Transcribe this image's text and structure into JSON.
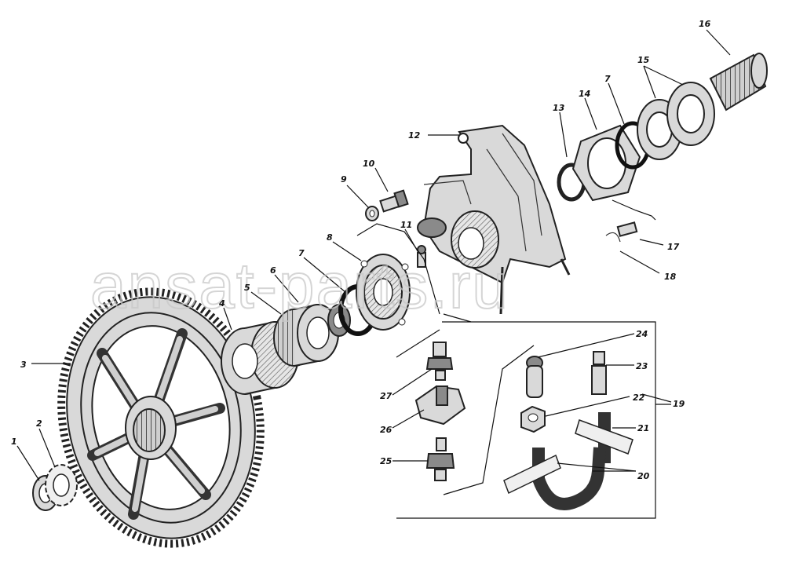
{
  "watermark": {
    "text": "ansat-parts.ru"
  },
  "callouts": [
    {
      "id": "c1",
      "text": "1"
    },
    {
      "id": "c2",
      "text": "2"
    },
    {
      "id": "c3",
      "text": "3"
    },
    {
      "id": "c4",
      "text": "4"
    },
    {
      "id": "c5",
      "text": "5"
    },
    {
      "id": "c6",
      "text": "6"
    },
    {
      "id": "c7a",
      "text": "7"
    },
    {
      "id": "c8",
      "text": "8"
    },
    {
      "id": "c9",
      "text": "9"
    },
    {
      "id": "c10",
      "text": "10"
    },
    {
      "id": "c11",
      "text": "11"
    },
    {
      "id": "c12",
      "text": "12"
    },
    {
      "id": "c13",
      "text": "13"
    },
    {
      "id": "c14",
      "text": "14"
    },
    {
      "id": "c7b",
      "text": "7"
    },
    {
      "id": "c15",
      "text": "15"
    },
    {
      "id": "c16",
      "text": "16"
    },
    {
      "id": "c17",
      "text": "17"
    },
    {
      "id": "c18",
      "text": "18"
    },
    {
      "id": "c19",
      "text": "19"
    },
    {
      "id": "c20",
      "text": "20"
    },
    {
      "id": "c21",
      "text": "21"
    },
    {
      "id": "c22",
      "text": "22"
    },
    {
      "id": "c23",
      "text": "23"
    },
    {
      "id": "c24",
      "text": "24"
    },
    {
      "id": "c25",
      "text": "25"
    },
    {
      "id": "c26",
      "text": "26"
    },
    {
      "id": "c27",
      "text": "27"
    }
  ]
}
